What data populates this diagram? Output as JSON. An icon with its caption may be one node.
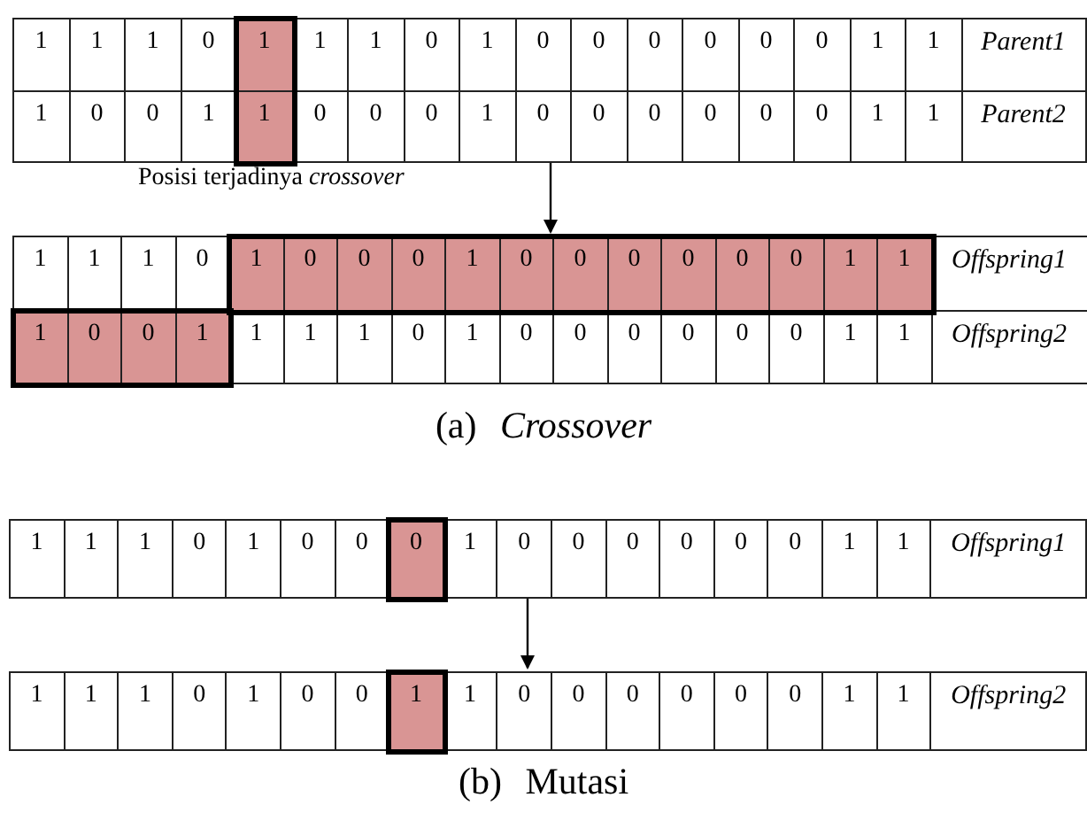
{
  "diagram": {
    "nodes": [
      {
        "text": [
          "1",
          "1",
          "1",
          "0",
          "1",
          "1",
          "1",
          "0",
          "1",
          "0",
          "0",
          "0",
          "0",
          "0",
          "0",
          "1",
          "1",
          "Parent1",
          "1",
          "0",
          "0",
          "1",
          "1",
          "0",
          "0",
          "0",
          "1",
          "0",
          "0",
          "0",
          "0",
          "0",
          "0",
          "1",
          "1",
          "Parent2"
        ]
      },
      {
        "text": [
          "1",
          "1",
          "1",
          "0",
          "1",
          "0",
          "0",
          "0",
          "1",
          "0",
          "0",
          "0",
          "0",
          "0",
          "0",
          "1",
          "1",
          "Offspring1",
          "1",
          "0",
          "0",
          "1",
          "1",
          "1",
          "1",
          "0",
          "1",
          "0",
          "0",
          "0",
          "0",
          "0",
          "0",
          "1",
          "1",
          "Offspring2"
        ]
      },
      {
        "text": [
          "1",
          "1",
          "1",
          "0",
          "1",
          "0",
          "0",
          "0",
          "1",
          "0",
          "0",
          "0",
          "0",
          "0",
          "0",
          "1",
          "1",
          "Offspring1"
        ]
      },
      {
        "text": [
          "1",
          "1",
          "1",
          "0",
          "1",
          "0",
          "0",
          "1",
          "1",
          "0",
          "0",
          "0",
          "0",
          "0",
          "0",
          "1",
          "1",
          "Offspring2"
        ]
      }
    ],
    "edges": [
      {
        "from": 0,
        "to": 1,
        "arrow": "to"
      },
      {
        "from": 2,
        "to": 3,
        "arrow": "to"
      }
    ],
    "labels": [
      "Posisi terjadinya *crossover*",
      "(a) *Crossover*",
      "(b) Mutasi"
    ]
  }
}
